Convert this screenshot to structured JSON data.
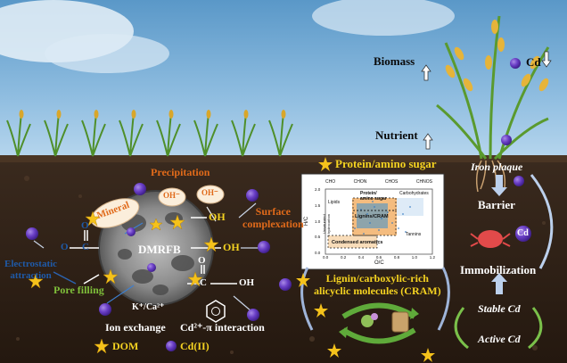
{
  "top": {
    "biomass": "Biomass",
    "cd": "Cd",
    "nutrient": "Nutrient"
  },
  "left": {
    "precipitation": "Precipitation",
    "mineral": "Mineral",
    "oh1": "OH⁻",
    "oh2": "OH⁻",
    "surface_complexation": "Surface\ncomplexation",
    "oh_group1": "OH",
    "oh_group2": "OH",
    "cooh_o": "O",
    "cooh_c": "C",
    "cooh_oh": "OH",
    "carboxyl_o": "O",
    "carboxyl_c": "C",
    "carbonyl_o": "O",
    "dmrfb": "DMRFB",
    "electrostatic_attraction": "Electrostatic\nattraction",
    "pore_filling": "Pore filling",
    "k_ca": "K⁺/Ca²⁺",
    "ion_exchange": "Ion exchange",
    "cd_pi": "Cd²⁺-π interaction",
    "legend_dom": "DOM",
    "legend_cd": "Cd(II)"
  },
  "middle": {
    "protein_amino_sugar": "Protein/amino sugar",
    "lignin_cram": "Lignin/carboxylic-rich\nalicyclic molecules (CRAM)",
    "vk_legend": [
      "CHO",
      "CHON",
      "CHOS",
      "CHNOS"
    ],
    "vk_regions": {
      "lipids": "Lipids",
      "proteins": "Protein/\namino sugar",
      "carbohydrates": "Carbohydrates",
      "lignins": "Lignins/CRAM",
      "tannins": "Tannins",
      "condensed": "Condensed aromatics",
      "unsaturated": "Unsaturated\nhydrocarbon"
    },
    "vk_xlabel": "O/C",
    "vk_ylabel": "H/C",
    "vk_xticks": [
      "0.0",
      "0.2",
      "0.4",
      "0.6",
      "0.8",
      "1.0",
      "1.2"
    ],
    "vk_yticks": [
      "0.0",
      "0.5",
      "1.0",
      "1.5",
      "2.0"
    ]
  },
  "right": {
    "iron_plaque": "Iron plaque",
    "barrier": "Barrier",
    "cd_badge": "Cd",
    "immobilization": "Immobilization",
    "stable_cd": "Stable Cd",
    "active_cd": "Active Cd"
  }
}
